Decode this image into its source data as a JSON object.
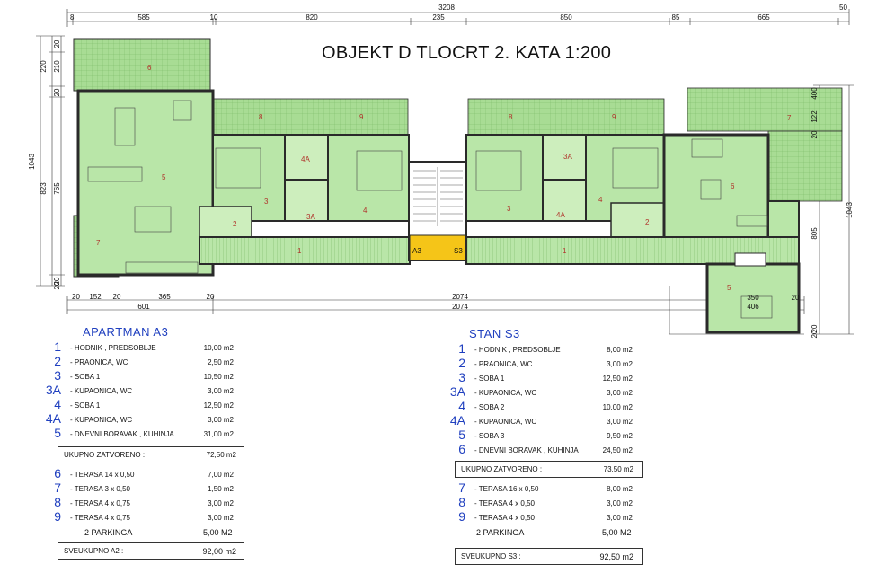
{
  "title": "OBJEKT D TLOCRT 2. KATA 1:200",
  "dimensions": {
    "top_total": "3208",
    "top_right_end": "50",
    "top": [
      "8",
      "585",
      "10",
      "820",
      "235",
      "850",
      "85",
      "665"
    ],
    "left": [
      "20",
      "220",
      "210",
      "20",
      "1043",
      "823",
      "765",
      "20",
      "20"
    ],
    "right": [
      "400",
      "122",
      "20",
      "1043",
      "805",
      "20",
      "20"
    ],
    "bottom_row1": [
      "20",
      "152",
      "20",
      "365",
      "20",
      "2074",
      "350",
      "20"
    ],
    "bottom_row2": [
      "601",
      "2074",
      "406"
    ]
  },
  "rooms": {
    "left": [
      "6",
      "5",
      "7",
      "8",
      "9",
      "3",
      "4A",
      "3A",
      "2",
      "4",
      "1"
    ],
    "right": [
      "8",
      "9",
      "3A",
      "4A",
      "3",
      "4",
      "2",
      "6",
      "7",
      "1",
      "5"
    ],
    "stair_left": "A3",
    "stair_right": "S3"
  },
  "apartment_a3": {
    "heading": "APARTMAN  A3",
    "rooms": [
      {
        "num": "1",
        "label": "- HODNIK ,  PREDSOBLJE",
        "area": "10,00 m2"
      },
      {
        "num": "2",
        "label": "- PRAONICA, WC",
        "area": "2,50 m2"
      },
      {
        "num": "3",
        "label": "- SOBA 1",
        "area": "10,50 m2"
      },
      {
        "num": "3A",
        "label": "- KUPAONICA, WC",
        "area": "3,00 m2"
      },
      {
        "num": "4",
        "label": "- SOBA 1",
        "area": "12,50 m2"
      },
      {
        "num": "4A",
        "label": "- KUPAONICA, WC",
        "area": "3,00 m2"
      },
      {
        "num": "5",
        "label": "- DNEVNI BORAVAK , KUHINJA",
        "area": "31,00 m2"
      }
    ],
    "closed_label": "UKUPNO ZATVORENO :",
    "closed_value": "72,50 m2",
    "terraces": [
      {
        "num": "6",
        "label": "- TERASA   14 x 0,50",
        "area": "7,00 m2"
      },
      {
        "num": "7",
        "label": "- TERASA     3 x 0,50",
        "area": "1,50 m2"
      },
      {
        "num": "8",
        "label": "- TERASA     4 x 0,75",
        "area": "3,00 m2"
      },
      {
        "num": "9",
        "label": "- TERASA     4 x 0,75",
        "area": "3,00 m2"
      }
    ],
    "parking_label": "2 PARKINGA",
    "parking_value": "5,00 M2",
    "total_label": "SVEUKUPNO  A2 :",
    "total_value": "92,00 m2"
  },
  "stan_s3": {
    "heading": "STAN  S3",
    "rooms": [
      {
        "num": "1",
        "label": "- HODNIK ,  PREDSOBLJE",
        "area": "8,00 m2"
      },
      {
        "num": "2",
        "label": "- PRAONICA, WC",
        "area": "3,00 m2"
      },
      {
        "num": "3",
        "label": "- SOBA 1",
        "area": "12,50 m2"
      },
      {
        "num": "3A",
        "label": "- KUPAONICA, WC",
        "area": "3,00 m2"
      },
      {
        "num": "4",
        "label": "- SOBA 2",
        "area": "10,00 m2"
      },
      {
        "num": "4A",
        "label": "- KUPAONICA, WC",
        "area": "3,00 m2"
      },
      {
        "num": "5",
        "label": "- SOBA 3",
        "area": "9,50 m2"
      },
      {
        "num": "6",
        "label": "- DNEVNI BORAVAK , KUHINJA",
        "area": "24,50 m2"
      }
    ],
    "closed_label": "UKUPNO ZATVORENO :",
    "closed_value": "73,50 m2",
    "terraces": [
      {
        "num": "7",
        "label": "- TERASA   16 x 0,50",
        "area": "8,00 m2"
      },
      {
        "num": "8",
        "label": "- TERASA     4 x 0,50",
        "area": "3,00 m2"
      },
      {
        "num": "9",
        "label": "- TERASA     4 x 0,50",
        "area": "3,00 m2"
      }
    ],
    "parking_label": "2 PARKINGA",
    "parking_value": "5,00 M2",
    "total_label": "SVEUKUPNO  S3 :",
    "total_value": "92,50 m2"
  },
  "colors": {
    "room_fill": "#b9e6a8",
    "room_fill_light": "#cdeebd",
    "terrace_fill": "#a8dc94",
    "stair_fill": "#f5c518",
    "wall": "#2a2a2a",
    "accent": "#1f3fbf"
  }
}
